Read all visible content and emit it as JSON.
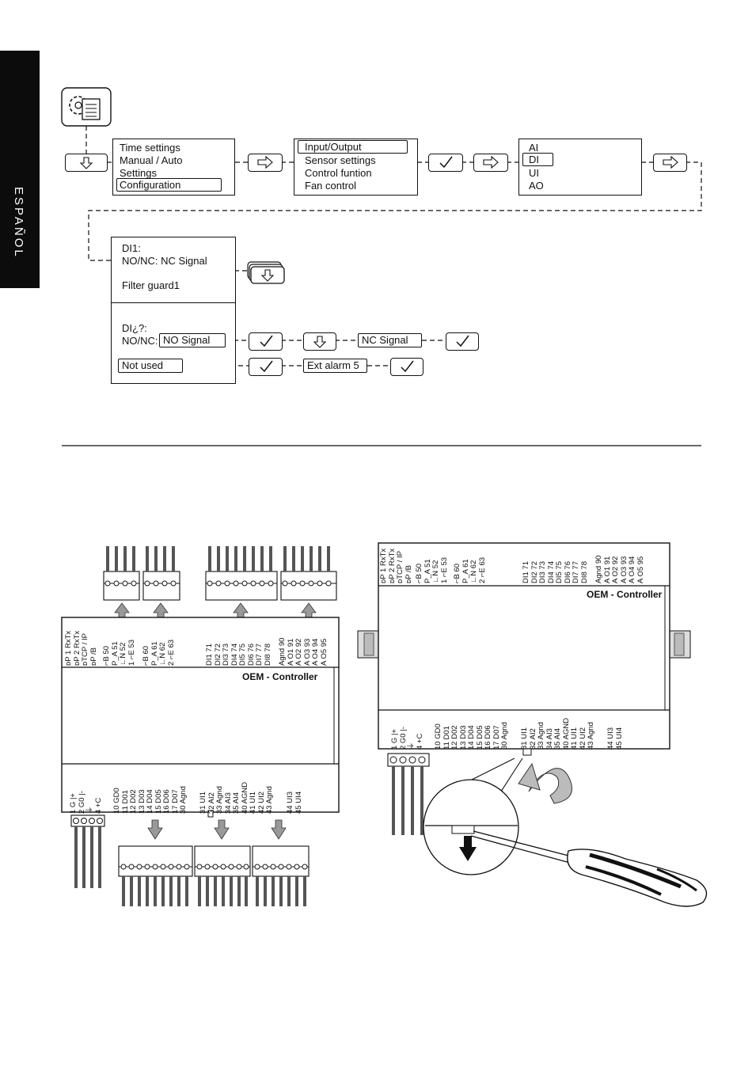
{
  "side_tab": {
    "label": "ESPAÑOL"
  },
  "menu1": {
    "items": [
      "Time settings",
      "Manual / Auto",
      "Settings",
      "Configuration"
    ]
  },
  "menu2": {
    "items": [
      "Input/Output",
      "Sensor settings",
      "Control funtion",
      "Fan control"
    ]
  },
  "menu3": {
    "items": [
      "AI",
      "DI",
      "UI",
      "AO"
    ]
  },
  "di_panel": {
    "line1": "DI1:",
    "line2": "NO/NC:  NC Signal",
    "line3": "Filter guard1",
    "line4": "DI¿?:",
    "nonc_label": "NO/NC:",
    "nonc_value": "NO Signal",
    "not_used": "Not used"
  },
  "flow_fields": {
    "nc_signal": "NC Signal",
    "ext_alarm": "Ext alarm 5"
  },
  "icons": [
    "settings-gear-document-icon",
    "arrow-down-icon",
    "arrow-right-icon",
    "check-icon",
    "stacked-arrow-down-icon",
    "screwdriver-icon"
  ],
  "controller_left": {
    "brand": "OEM - Controller",
    "top_groups": [
      [
        "ᴅP 1 RxTx",
        "ᴅP 2 RxTx",
        "ᴅTCP / IP",
        "ᴅP  /B"
      ],
      [
        "  ⌐B 50",
        "P_A 51",
        "  ∟N 52",
        "1 ⌐E 53"
      ],
      [
        "  ⌐B 60",
        "P_A 61",
        "  ∟N 62",
        "2 ⌐E 63"
      ],
      [
        "DI1  71",
        "DI2  72",
        "DI3  73",
        "DI4  74",
        "DI5  75",
        "DI6  76",
        "DI7  77",
        "DI8  78"
      ],
      [
        "Agnd 90",
        "A O1 91",
        "A O2 92",
        "A O3 93",
        "A O4 94",
        "A O5 95"
      ]
    ],
    "bottom_groups": [
      [
        "1  G |+",
        "2  G0 |-",
        "   ⏚",
        "4  +C"
      ],
      [
        "10  GD0",
        "11  D01",
        "12  D02",
        "13  D03",
        "14  D04",
        "15  D05",
        "16  D06",
        "17  D07",
        "30  Agnd"
      ],
      [
        "31  UI1",
        "32  AI2",
        "33  Agnd",
        "34  AI3",
        "35  AI4",
        "40  AGND",
        "41  UI1",
        "42  UI2",
        "43  Agnd"
      ],
      [
        "44  UI3",
        "45  UI4"
      ]
    ]
  },
  "controller_right": {
    "brand": "OEM - Controller"
  }
}
